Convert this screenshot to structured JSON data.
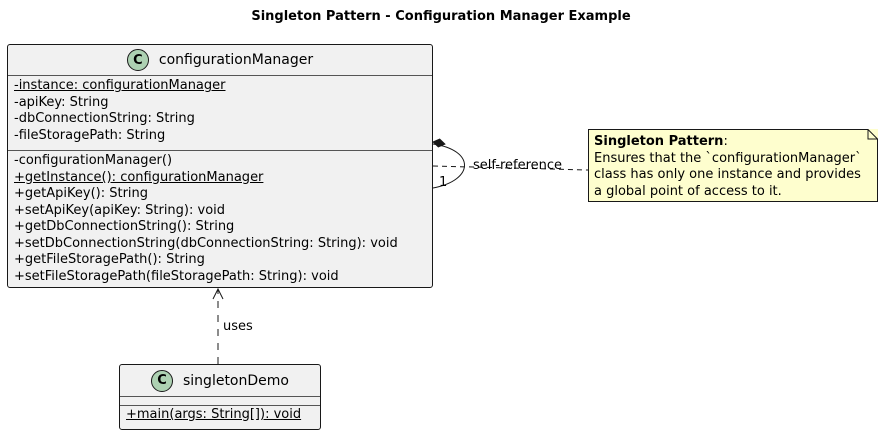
{
  "title": "Singleton Pattern - Configuration Manager Example",
  "classes": {
    "configuration_manager": {
      "stereotype": "C",
      "name": "configurationManager",
      "fields": [
        "-instance: configurationManager",
        "-apiKey: String",
        "-dbConnectionString: String",
        "-fileStoragePath: String"
      ],
      "methods": [
        "-configurationManager()",
        "+getInstance(): configurationManager",
        "+getApiKey(): String",
        "+setApiKey(apiKey: String): void",
        "+getDbConnectionString(): String",
        "+setDbConnectionString(dbConnectionString: String): void",
        "+getFileStoragePath(): String",
        "+setFileStoragePath(fileStoragePath: String): void"
      ]
    },
    "singleton_demo": {
      "stereotype": "C",
      "name": "singletonDemo",
      "methods": [
        "+main(args: String[]): void"
      ]
    }
  },
  "relations": {
    "self_reference_label": "self-reference",
    "multiplicity": "1",
    "uses_label": "uses"
  },
  "note": {
    "heading": "Singleton Pattern",
    "heading_suffix": ":",
    "lines": [
      "Ensures that the `configurationManager`",
      "class has only one instance and provides",
      "a global point of access to it."
    ]
  },
  "colors": {
    "class_fill": "#f1f1f1",
    "badge_fill": "#add1b2",
    "note_fill": "#fefece",
    "line": "#181818"
  }
}
